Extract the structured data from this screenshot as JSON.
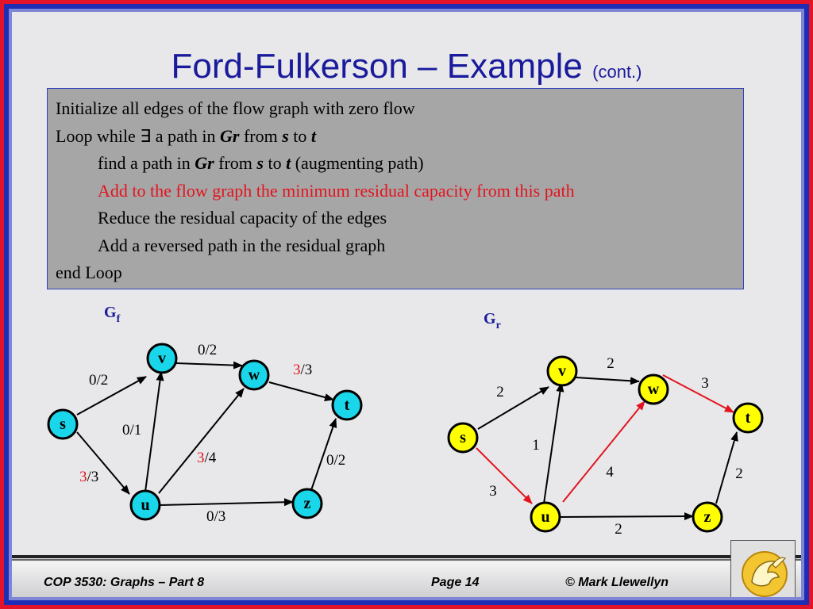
{
  "title": {
    "main": "Ford-Fulkerson – Example",
    "suffix": "(cont.)"
  },
  "algorithm": {
    "line1": "Initialize all edges of the flow graph with zero flow",
    "line2": {
      "pre": "Loop while ∃ a path in ",
      "gr": "Gr",
      "from": " from ",
      "s": "s",
      "to": " to ",
      "t": "t"
    },
    "line3": {
      "pre": "find a path in ",
      "gr": "Gr",
      "from": " from ",
      "s": "s",
      "to": " to ",
      "t": "t",
      "post": " (augmenting path)"
    },
    "line4": "Add to the flow graph the minimum residual capacity from this path",
    "line5": "Reduce the residual capacity of the edges",
    "line6": "Add a reversed path in the residual graph",
    "line7": "end Loop"
  },
  "flow_graph": {
    "label_main": "G",
    "label_sub": "f",
    "nodes": {
      "s": "s",
      "v": "v",
      "w": "w",
      "t": "t",
      "u": "u",
      "z": "z"
    },
    "edges": {
      "s_v": {
        "flow": "0",
        "cap": "/2"
      },
      "s_u": {
        "flow": "3",
        "cap": "/3"
      },
      "v_w": {
        "flow": "0",
        "cap": "/2"
      },
      "u_v": {
        "flow": "0",
        "cap": "/1"
      },
      "u_w": {
        "flow": "3",
        "cap": "/4"
      },
      "w_t": {
        "flow": "3",
        "cap": "/3"
      },
      "u_z": {
        "flow": "0",
        "cap": "/3"
      },
      "z_t": {
        "flow": "0",
        "cap": "/2"
      }
    }
  },
  "residual_graph": {
    "label_main": "G",
    "label_sub": "r",
    "nodes": {
      "s": "s",
      "v": "v",
      "w": "w",
      "t": "t",
      "u": "u",
      "z": "z"
    },
    "edges": {
      "s_v": "2",
      "s_u": "3",
      "v_w": "2",
      "u_v": "1",
      "u_w": "4",
      "w_t": "3",
      "u_z": "2",
      "z_t": "2"
    }
  },
  "footer": {
    "course": "COP 3530: Graphs – Part 8",
    "page": "Page 14",
    "author": "© Mark Llewellyn"
  },
  "colors": {
    "title": "#1a1a9c",
    "highlight": "#e3141e",
    "node_fill": "#19d6ea",
    "node_alt_fill": "#ffff00",
    "box_fill": "#a6a6a6"
  }
}
